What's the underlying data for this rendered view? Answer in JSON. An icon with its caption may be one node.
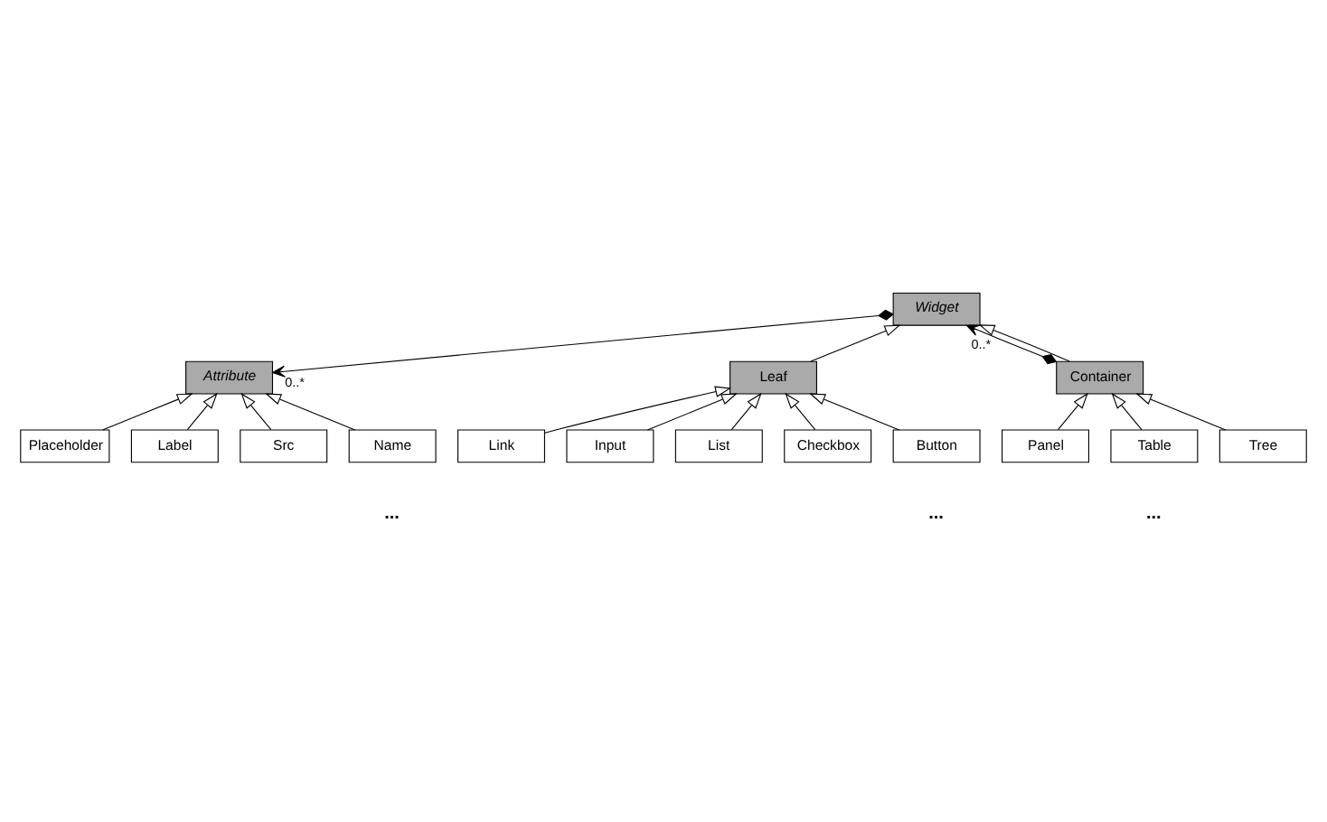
{
  "diagram": {
    "nodes": [
      {
        "text": [
          "Widget"
        ]
      },
      {
        "text": [
          "Attribute"
        ]
      },
      {
        "text": [
          "Leaf"
        ]
      },
      {
        "text": [
          "Container"
        ]
      },
      {
        "text": [
          "Placeholder"
        ]
      },
      {
        "text": [
          "Label"
        ]
      },
      {
        "text": [
          "Src"
        ]
      },
      {
        "text": [
          "Name"
        ]
      },
      {
        "text": [
          "Link"
        ]
      },
      {
        "text": [
          "Input"
        ]
      },
      {
        "text": [
          "List"
        ]
      },
      {
        "text": [
          "Checkbox"
        ]
      },
      {
        "text": [
          "Button"
        ]
      },
      {
        "text": [
          "Panel"
        ]
      },
      {
        "text": [
          "Table"
        ]
      },
      {
        "text": [
          "Tree"
        ]
      }
    ],
    "edges": [
      {
        "from": 0,
        "to": 1,
        "arrow": "to",
        "label": "0..*"
      },
      {
        "from": 3,
        "to": 0,
        "arrow": "to",
        "label": "0..*"
      },
      {
        "from": 2,
        "to": 0,
        "arrow": "to"
      },
      {
        "from": 3,
        "to": 0,
        "arrow": "to"
      },
      {
        "from": 4,
        "to": 1,
        "arrow": "to"
      },
      {
        "from": 5,
        "to": 1,
        "arrow": "to"
      },
      {
        "from": 6,
        "to": 1,
        "arrow": "to"
      },
      {
        "from": 7,
        "to": 1,
        "arrow": "to"
      },
      {
        "from": 8,
        "to": 2,
        "arrow": "to"
      },
      {
        "from": 9,
        "to": 2,
        "arrow": "to"
      },
      {
        "from": 10,
        "to": 2,
        "arrow": "to"
      },
      {
        "from": 11,
        "to": 2,
        "arrow": "to"
      },
      {
        "from": 12,
        "to": 2,
        "arrow": "to"
      },
      {
        "from": 13,
        "to": 3,
        "arrow": "to"
      },
      {
        "from": 14,
        "to": 3,
        "arrow": "to"
      },
      {
        "from": 15,
        "to": 3,
        "arrow": "to"
      }
    ],
    "labels": [
      "...",
      "...",
      "..."
    ]
  }
}
